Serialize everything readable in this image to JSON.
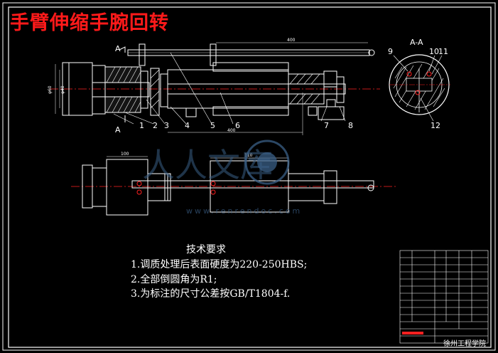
{
  "title": "手臂伸缩手腕回转",
  "section_label": "A-A",
  "section_marks": [
    "A",
    "A"
  ],
  "part_numbers": {
    "main_view": [
      "1",
      "2",
      "3",
      "4",
      "5",
      "6",
      "7",
      "8"
    ],
    "section_view": [
      "9",
      "10",
      "11",
      "12"
    ]
  },
  "tech_requirements": {
    "heading": "技术要求",
    "items": [
      "1.调质处理后表面硬度为220-250HBS;",
      "2.全部倒圆角为R1;",
      "3.为标注的尺寸公差按GB/T1804-f."
    ]
  },
  "title_block": {
    "school": "徐州工程学院"
  },
  "watermark": {
    "text": "人人文库",
    "url": "www.renrendoc.com"
  },
  "colors": {
    "background": "#000000",
    "lines": "#ffffff",
    "centerline": "#ff2020",
    "title": "#ff1a1a",
    "dimension": "#ffffff",
    "watermark": "#3a5f86"
  }
}
